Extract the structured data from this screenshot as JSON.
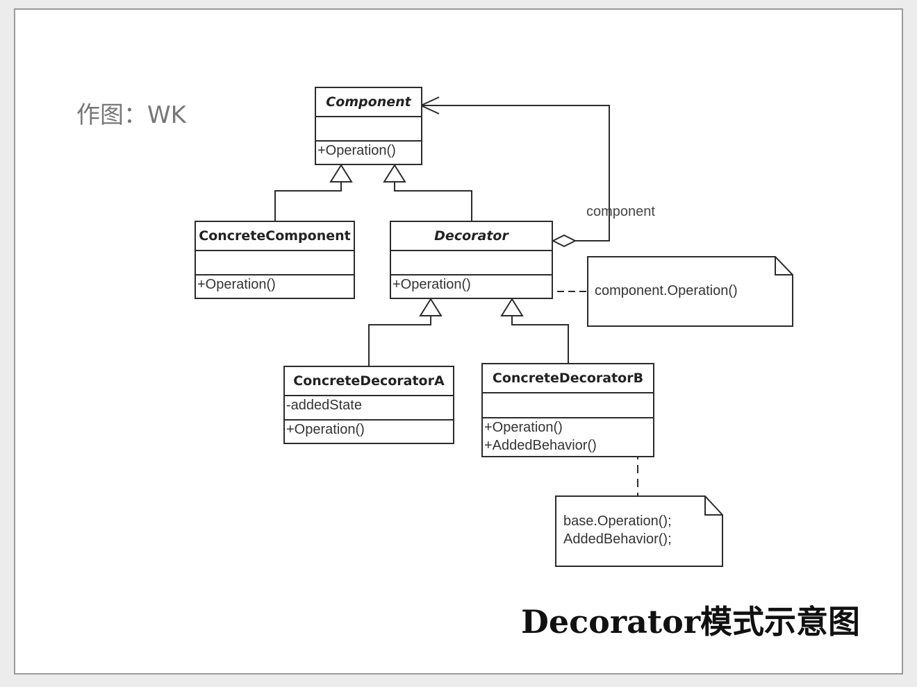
{
  "author": "作图：WK",
  "caption": "Decorator模式示意图",
  "classes": {
    "component": {
      "name": "Component",
      "attributes": "",
      "operations": "+Operation()"
    },
    "concrete_component": {
      "name": "ConcreteComponent",
      "attributes": "",
      "operations": "+Operation()"
    },
    "decorator": {
      "name": "Decorator",
      "attributes": "",
      "operations": "+Operation()"
    },
    "concrete_decorator_a": {
      "name": "ConcreteDecoratorA",
      "attributes": "-addedState",
      "operations": "+Operation()"
    },
    "concrete_decorator_b": {
      "name": "ConcreteDecoratorB",
      "attributes": "",
      "operations": "+Operation()",
      "operations2": "+AddedBehavior()"
    }
  },
  "association_label": "component",
  "notes": {
    "decorator_note": "component.Operation()",
    "decorator_b_note_line1": "base.Operation();",
    "decorator_b_note_line2": "AddedBehavior();"
  }
}
